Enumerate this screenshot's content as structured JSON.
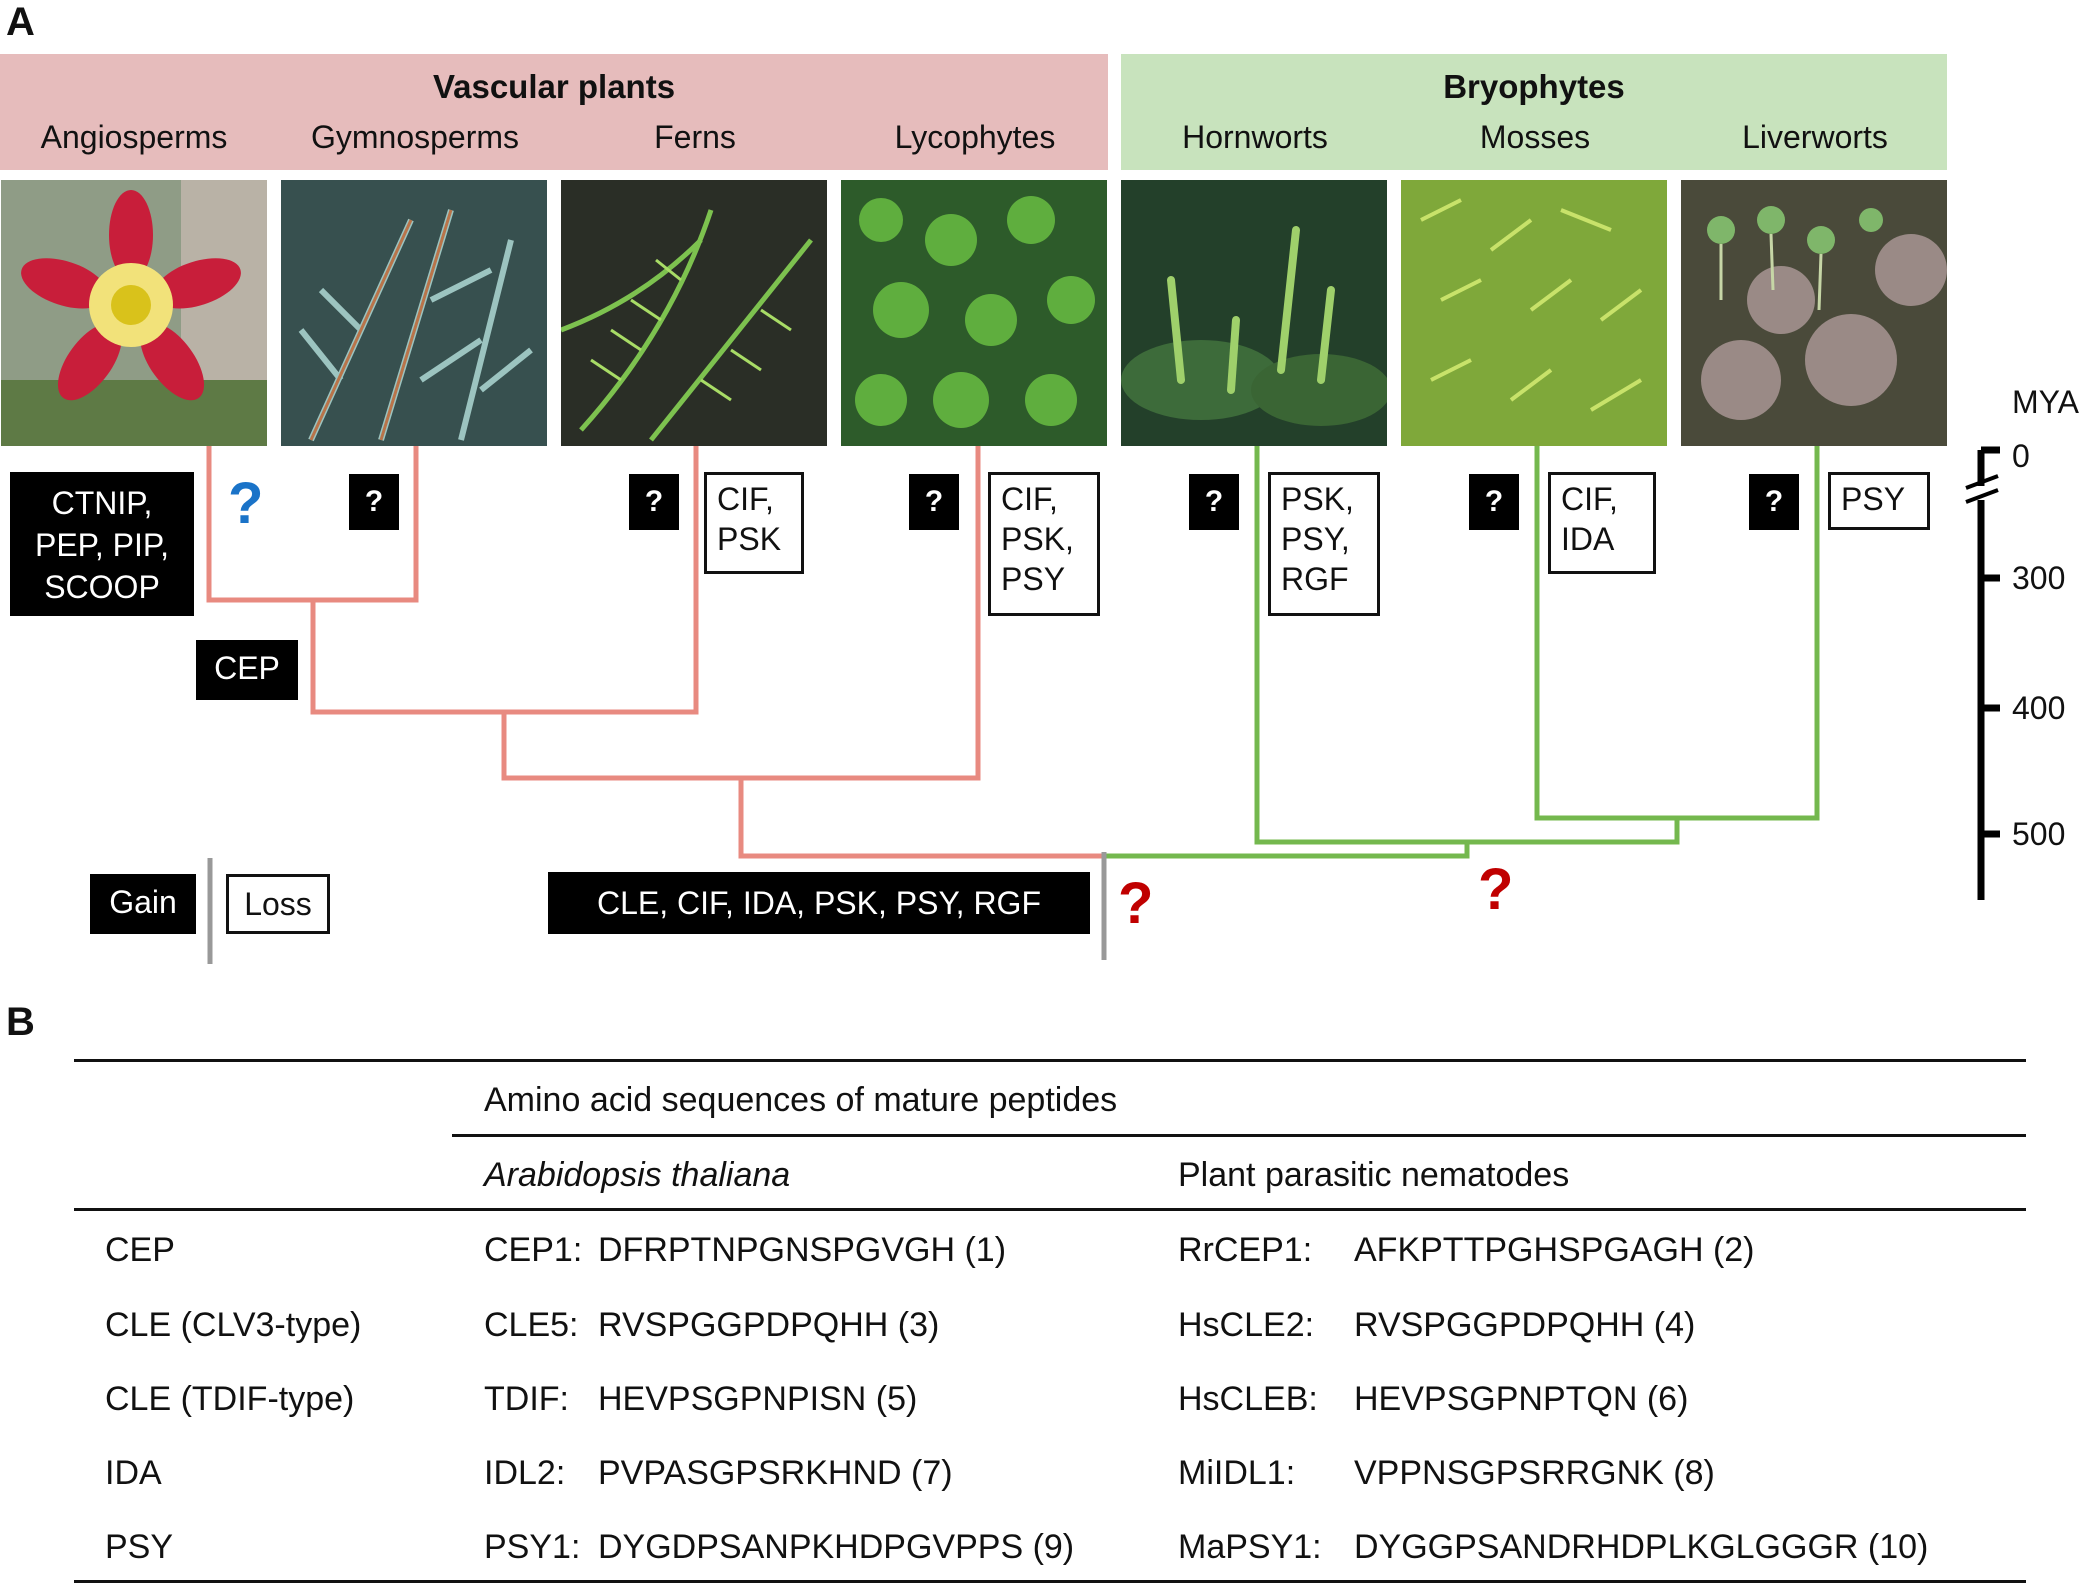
{
  "panel_a": {
    "letter": "A",
    "groups": {
      "vascular": "Vascular plants",
      "bryophytes": "Bryophytes"
    },
    "clades": [
      "Angiosperms",
      "Gymnosperms",
      "Ferns",
      "Lycophytes",
      "Hornworts",
      "Mosses",
      "Liverworts"
    ],
    "photos": [
      "columbine-flower",
      "spruce-branch",
      "fern-fronds",
      "lycophyte-mat",
      "hornwort-sporophytes",
      "moss-carpet",
      "liverwort-thalli"
    ],
    "gain_boxes": {
      "angiosperms": [
        "CTNIP,",
        "PEP, PIP,",
        "SCOOP"
      ],
      "seed_plants": "CEP",
      "root": "CLE, CIF, IDA, PSK, PSY, RGF"
    },
    "loss_boxes": {
      "ferns": [
        "CIF,",
        "PSK"
      ],
      "lycophytes": [
        "CIF,",
        "PSK,",
        "PSY"
      ],
      "hornworts": [
        "PSK,",
        "PSY,",
        "RGF"
      ],
      "mosses": [
        "CIF,",
        "IDA"
      ],
      "liverworts": [
        "PSY"
      ]
    },
    "unknown_marker": "?",
    "legend": {
      "gain": "Gain",
      "loss": "Loss"
    },
    "timescale": {
      "unit": "MYA",
      "ticks": [
        "0",
        "300",
        "400",
        "500"
      ]
    },
    "colors": {
      "vascular_tree": "#e88a80",
      "bryophyte_tree": "#74b84e",
      "blue_question": "#1a73c8",
      "red_question": "#c00000",
      "vascular_band": "#e6bcbc",
      "bryophyte_band": "#c8e3bd"
    }
  },
  "panel_b": {
    "letter": "B",
    "header_span": "Amino acid sequences of mature peptides",
    "col_arabidopsis": "Arabidopsis thaliana",
    "col_nematodes": "Plant parasitic nematodes",
    "rows": [
      {
        "family": "CEP",
        "at_name": "CEP1:",
        "at_seq": "DFRPTNPGNSPGVGH (1)",
        "nem_name": "RrCEP1:",
        "nem_seq": "AFKPTTPGHSPGAGH (2)"
      },
      {
        "family": "CLE (CLV3-type)",
        "at_name": "CLE5:",
        "at_seq": "RVSPGGPDPQHH (3)",
        "nem_name": "HsCLE2:",
        "nem_seq": "RVSPGGPDPQHH (4)"
      },
      {
        "family": "CLE (TDIF-type)",
        "at_name": "TDIF:",
        "at_seq": "HEVPSGPNPISN (5)",
        "nem_name": "HsCLEB:",
        "nem_seq": "HEVPSGPNPTQN (6)"
      },
      {
        "family": "IDA",
        "at_name": "IDL2:",
        "at_seq": "PVPASGPSRKHND (7)",
        "nem_name": "MiIDL1:",
        "nem_seq": "VPPNSGPSRRGNK (8)"
      },
      {
        "family": "PSY",
        "at_name": "PSY1:",
        "at_seq": "DYGDPSANPKHDPGVPPS (9)",
        "nem_name": "MaPSY1:",
        "nem_seq": "DYGGPSANDRHDPLKGLGGGR (10)"
      }
    ]
  }
}
